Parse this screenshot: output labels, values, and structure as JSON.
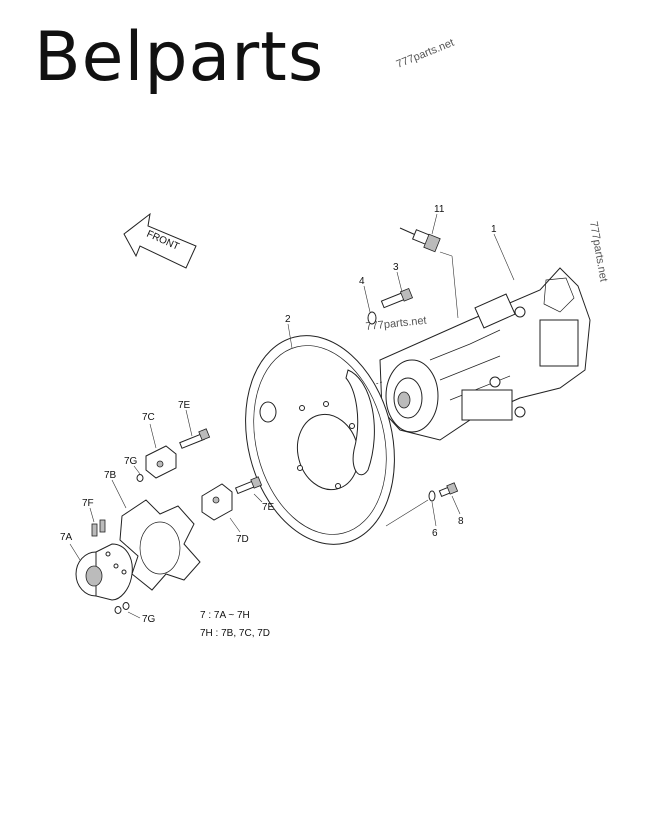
{
  "brand": "Belparts",
  "watermarks": [
    "777parts.net",
    "777parts.net",
    "777parts.net"
  ],
  "front_label": "FRONT",
  "callouts": {
    "p1": "1",
    "p2": "2",
    "p3": "3",
    "p4": "4",
    "p6": "6",
    "p8": "8",
    "p11": "11",
    "p7A": "7A",
    "p7B": "7B",
    "p7C": "7C",
    "p7D": "7D",
    "p7E_top": "7E",
    "p7E_mid": "7E",
    "p7F": "7F",
    "p7G_top": "7G",
    "p7G_bottom": "7G"
  },
  "notes": {
    "line1": "7 : 7A ~ 7H",
    "line2": "7H : 7B, 7C, 7D"
  }
}
